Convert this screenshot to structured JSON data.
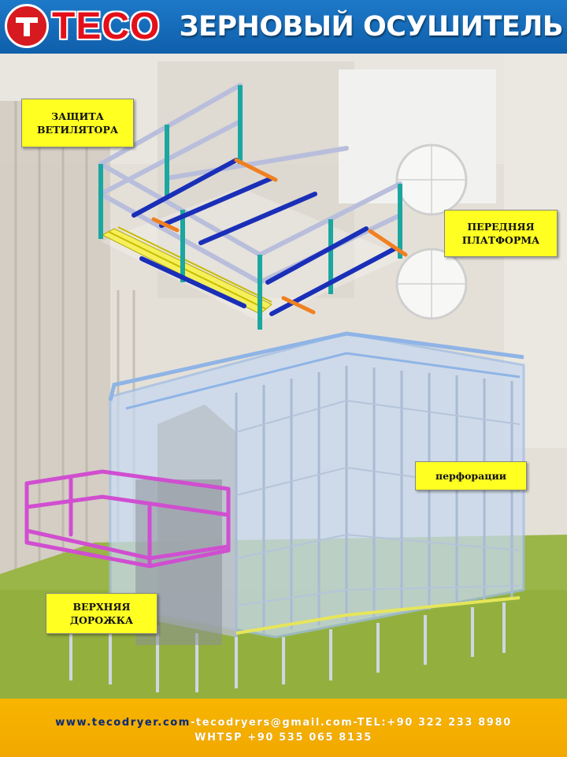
{
  "header": {
    "logo_text": "TECO",
    "title": "ЗЕРНОВЫЙ ОСУШИТЕЛЬ"
  },
  "callouts": {
    "fan_guard": "ЗАЩИТА\nВЕТИЛЯТОРА",
    "front_platform": "ПЕРЕДНЯЯ\nПЛАТФОРМА",
    "perforation": "перфорации",
    "top_walkway": "ВЕРХНЯЯ\nДОРОЖКА"
  },
  "footer": {
    "website": "www.tecodryer.com",
    "contact_line": "-tecodryers@gmail.com-TEL:+90 322 233 8980",
    "whatsapp": "WHTSP +90 535 065 8135"
  },
  "colors": {
    "header_blue": "#1569b8",
    "logo_red": "#e3101a",
    "callout_yellow": "#ffff22",
    "footer_orange": "#f5b000",
    "website_blue": "#0c2c78"
  },
  "icons": {
    "logo": "teco-logo-icon"
  }
}
